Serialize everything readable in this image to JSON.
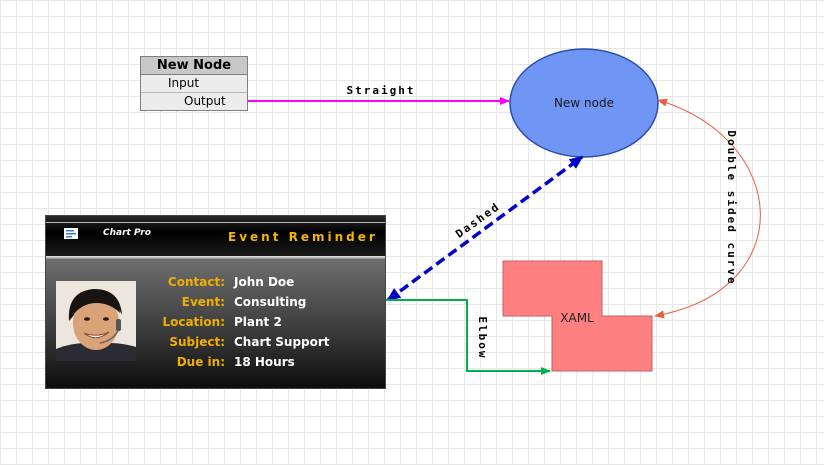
{
  "table_node": {
    "title": "New Node",
    "rows": [
      "Input",
      "Output"
    ]
  },
  "ellipse_node": {
    "label": "New node"
  },
  "xaml_shape": {
    "label": "XAML"
  },
  "connectors": {
    "straight": "Straight",
    "dashed": "Dashed",
    "elbow": "Elbow",
    "double_sided_curve": "Double sided curve"
  },
  "event_card": {
    "brand": "Chart Pro",
    "title": "Event Reminder",
    "fields": [
      {
        "label": "Contact:",
        "value": "John Doe"
      },
      {
        "label": "Event:",
        "value": "Consulting"
      },
      {
        "label": "Location:",
        "value": "Plant 2"
      },
      {
        "label": "Subject:",
        "value": "Chart Support"
      },
      {
        "label": "Due in:",
        "value": "18 Hours"
      }
    ]
  },
  "colors": {
    "straight": "#ff00ff",
    "dashed": "#0000cc",
    "elbow": "#00b050",
    "curve": "#e86040",
    "ellipse_fill": "#6f95f5",
    "shape_fill": "#ff8080",
    "accent": "#f0b000"
  }
}
